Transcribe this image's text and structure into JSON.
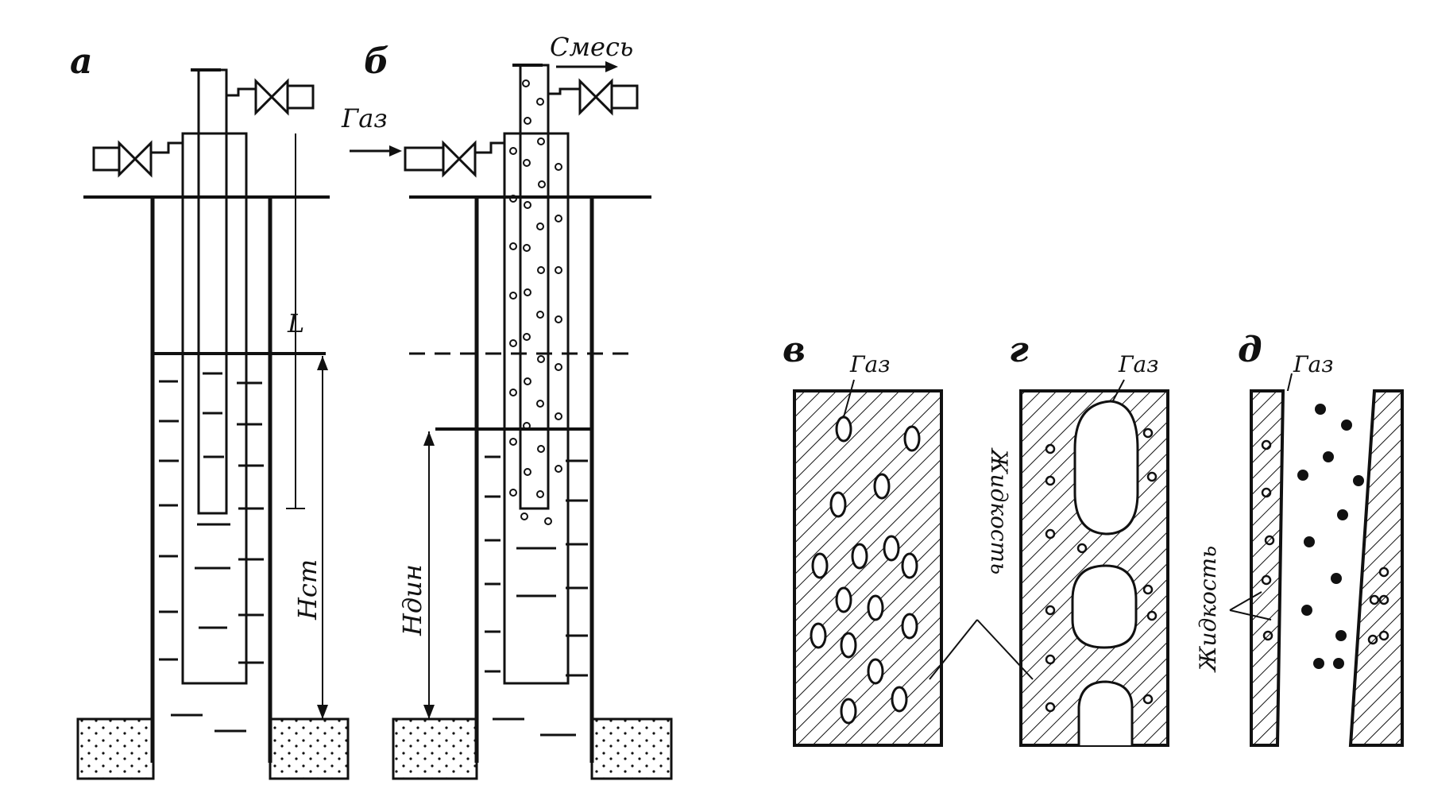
{
  "panels": {
    "a": "а",
    "b": "б",
    "v": "в",
    "g": "г",
    "d": "д"
  },
  "labels": {
    "gas_inlet": "Газ",
    "mixture": "Смесь",
    "L": "L",
    "H_st": "Hст",
    "H_dyn": "Hдин",
    "gas_v": "Газ",
    "gas_g": "Газ",
    "gas_d": "Газ",
    "liquid_vg": "Жидкость",
    "liquid_d": "Жидкость"
  }
}
